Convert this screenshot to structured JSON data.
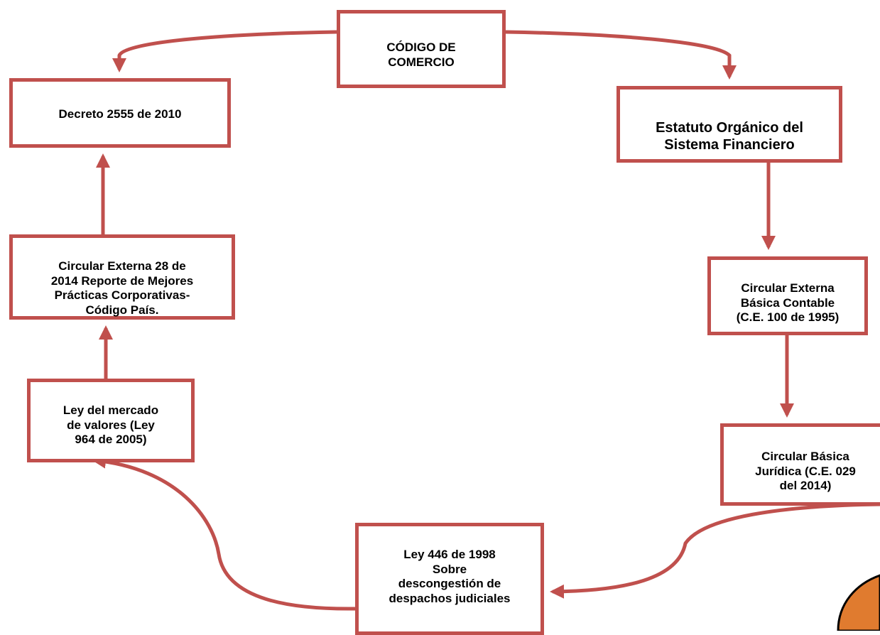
{
  "diagram": {
    "accent_color": "#c0504d",
    "orange_shape_color": "#e07b2f",
    "nodes": {
      "codigo_comercio": "CÓDIGO DE\nCOMERCIO",
      "decreto": "Decreto 2555 de 2010",
      "estatuto": "Estatuto Orgánico del\nSistema Financiero",
      "circular_28": "Circular Externa 28 de\n2014  Reporte de Mejores\nPrácticas Corporativas-\nCódigo País.",
      "ce_contable": "Circular Externa\nBásica Contable\n(C.E. 100 de 1995)",
      "ley_mercado": "Ley del mercado\nde valores (Ley\n964 de 2005)",
      "circular_juridica": "Circular Básica\nJurídica (C.E. 029\ndel 2014)",
      "ley_446": "Ley 446 de 1998\nSobre\ndescongestión de\ndespachos judiciales"
    }
  }
}
